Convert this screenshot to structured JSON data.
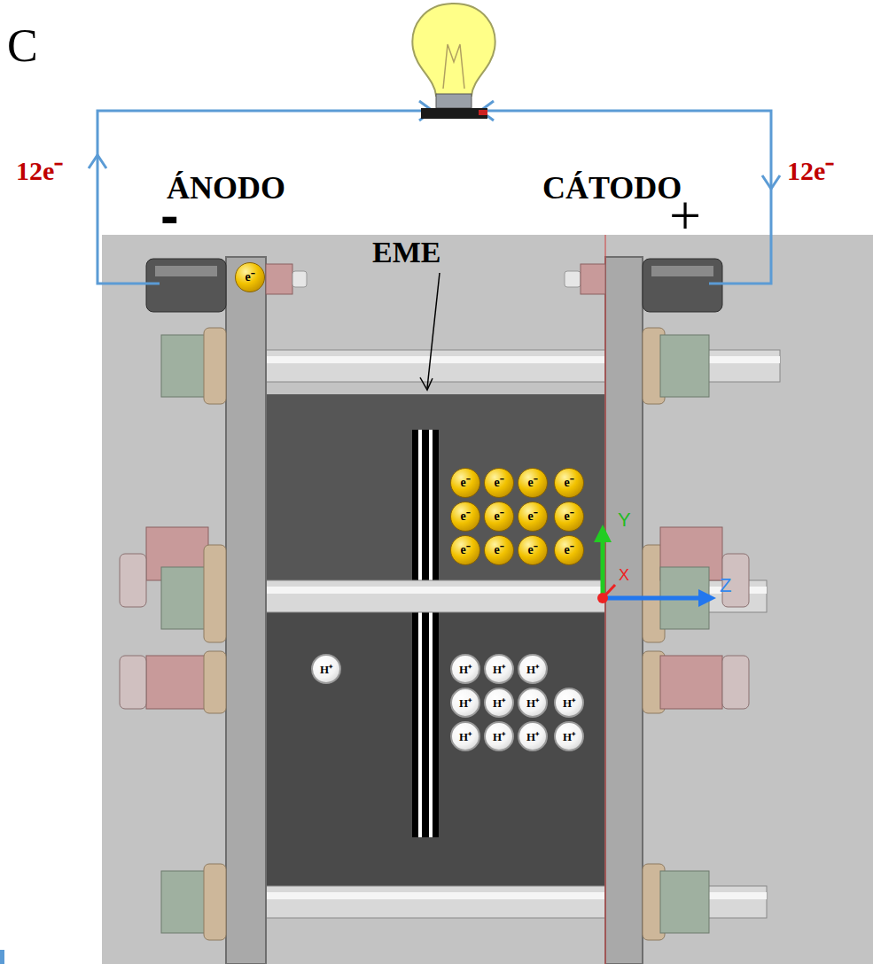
{
  "diagram": {
    "nodes": [
      {
        "text": [
          "e⁻"
        ]
      },
      {
        "text": [
          "e⁻"
        ]
      },
      {
        "text": [
          "e⁻"
        ]
      },
      {
        "text": [
          "e⁻"
        ]
      },
      {
        "text": [
          "e⁻"
        ]
      },
      {
        "text": [
          "e⁻"
        ]
      },
      {
        "text": [
          "e⁻"
        ]
      },
      {
        "text": [
          "e⁻"
        ]
      },
      {
        "text": [
          "e⁻"
        ]
      },
      {
        "text": [
          "e⁻"
        ]
      },
      {
        "text": [
          "e⁻"
        ]
      },
      {
        "text": [
          "e⁻"
        ]
      },
      {
        "text": [
          "e⁻"
        ]
      },
      {
        "text": [
          "H⁺"
        ]
      },
      {
        "text": [
          "H⁺"
        ]
      },
      {
        "text": [
          "H⁺"
        ]
      },
      {
        "text": [
          "H⁺"
        ]
      },
      {
        "text": [
          "H⁺"
        ]
      },
      {
        "text": [
          "H⁺"
        ]
      },
      {
        "text": [
          "H⁺"
        ]
      },
      {
        "text": [
          "H⁺"
        ]
      },
      {
        "text": [
          "H⁺"
        ]
      },
      {
        "text": [
          "H⁺"
        ]
      },
      {
        "text": [
          "H⁺"
        ]
      },
      {
        "text": [
          "H⁺"
        ]
      }
    ],
    "labels": [
      "C",
      "12e⁻",
      "12e⁻",
      "ÁNODO",
      "CÁTODO",
      "-",
      "+",
      "EME",
      "Y",
      "X",
      "Z"
    ]
  }
}
